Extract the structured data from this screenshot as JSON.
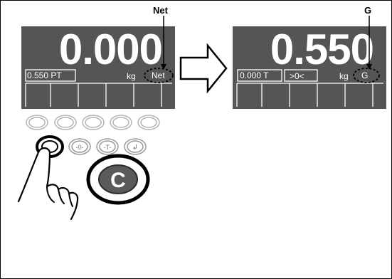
{
  "left_display": {
    "weight": "0.000",
    "tare": "0.550 PT",
    "unit": "kg",
    "mode": "Net",
    "callout": "Net"
  },
  "right_display": {
    "weight": "0.550",
    "tare": "0.000 T",
    "zero": ">0<",
    "unit": "kg",
    "mode": "G",
    "callout": "G"
  },
  "keypad": {
    "zero_key": "-0-",
    "tare_key": "-T-",
    "enter_key": "↲",
    "clear_key": "C"
  },
  "colors": {
    "display_bg": "#555555",
    "display_text": "#ffffff"
  }
}
